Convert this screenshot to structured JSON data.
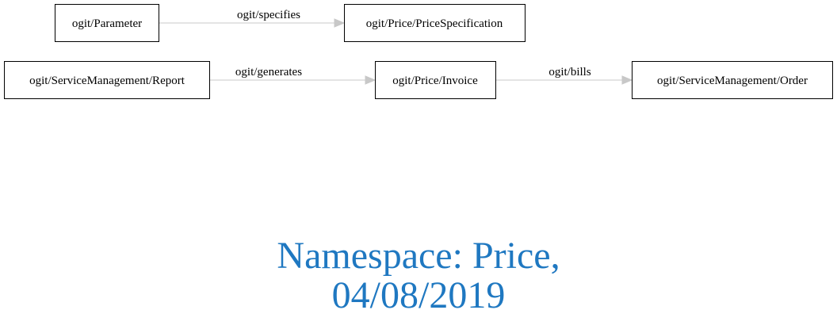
{
  "nodes": {
    "parameter": {
      "label": "ogit/Parameter"
    },
    "price_specification": {
      "label": "ogit/Price/PriceSpecification"
    },
    "report": {
      "label": "ogit/ServiceManagement/Report"
    },
    "invoice": {
      "label": "ogit/Price/Invoice"
    },
    "order": {
      "label": "ogit/ServiceManagement/Order"
    }
  },
  "edges": {
    "specifies": {
      "label": "ogit/specifies",
      "from": "parameter",
      "to": "price_specification"
    },
    "generates": {
      "label": "ogit/generates",
      "from": "report",
      "to": "invoice"
    },
    "bills": {
      "label": "ogit/bills",
      "from": "invoice",
      "to": "order"
    }
  },
  "title": {
    "line1": "Namespace: Price,",
    "line2": "04/08/2019",
    "color": "#1f78c1"
  },
  "colors": {
    "edge": "#c8c8c8",
    "node_border": "#000000"
  }
}
